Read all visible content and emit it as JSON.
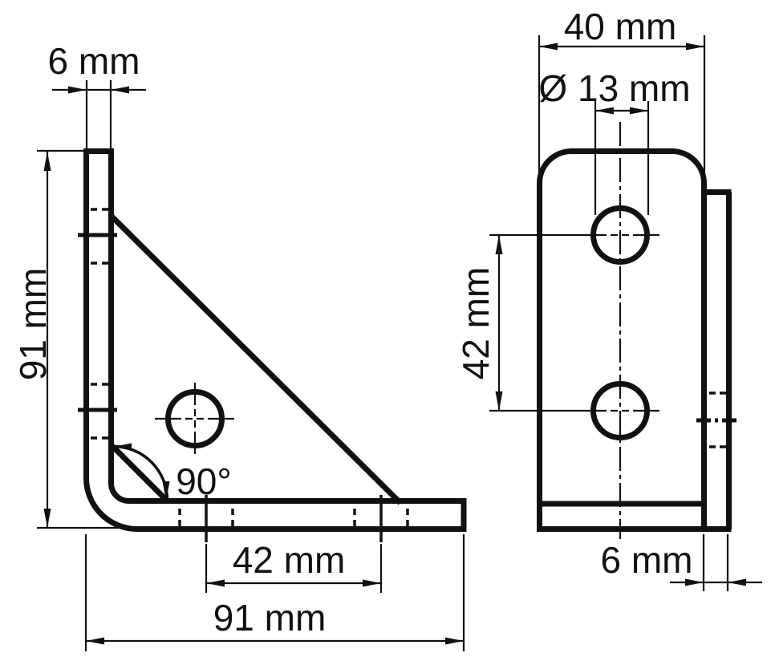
{
  "title": "Angle bracket technical drawing, two orthographic views",
  "colors": {
    "line": "#111111",
    "background": "#ffffff"
  },
  "side_view": {
    "dim_thickness": "6 mm",
    "dim_height": "91 mm",
    "dim_angle": "90°",
    "dim_hole_spacing": "42 mm",
    "dim_width": "91 mm"
  },
  "front_view": {
    "dim_width": "40 mm",
    "dim_hole_diameter": "Ø 13 mm",
    "dim_hole_spacing": "42 mm",
    "dim_thickness": "6 mm"
  }
}
